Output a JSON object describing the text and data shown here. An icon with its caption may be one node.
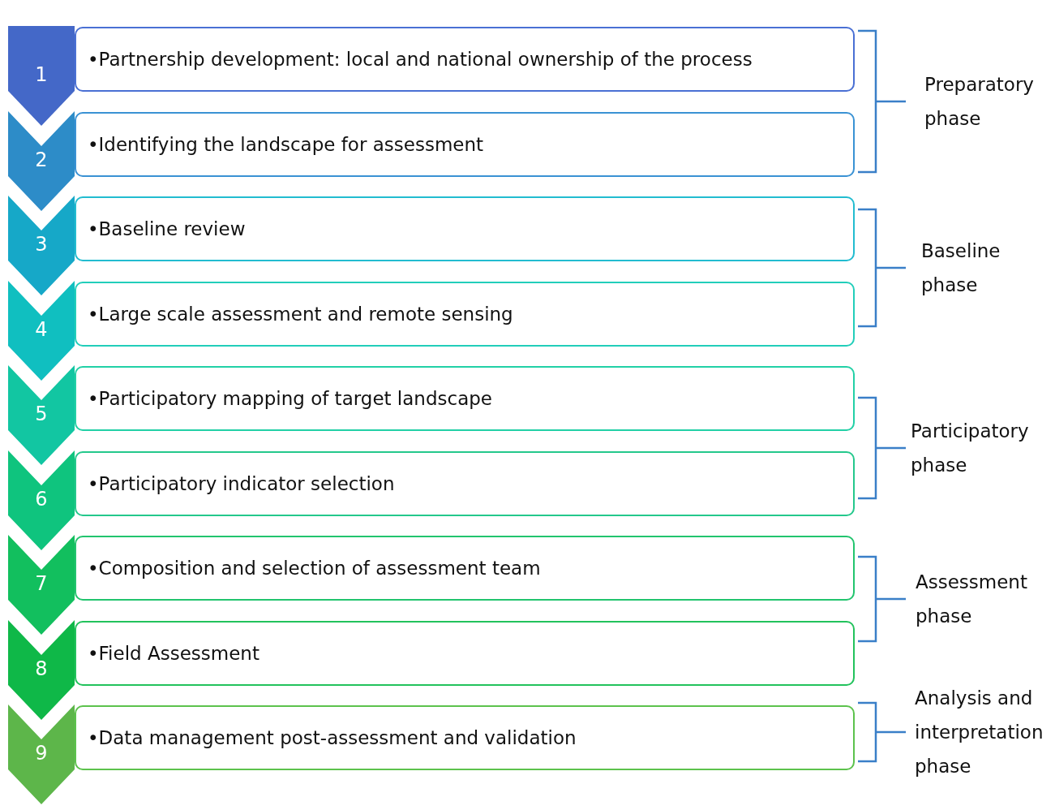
{
  "diagram": {
    "nodes": [
      {
        "text": [
          "1"
        ]
      },
      {
        "text": [
          "•Partnership development: local and national ownership of the process"
        ]
      },
      {
        "text": [
          "2"
        ]
      },
      {
        "text": [
          "•Identifying the landscape for assessment"
        ]
      },
      {
        "text": [
          "3"
        ]
      },
      {
        "text": [
          "•Baseline review"
        ]
      },
      {
        "text": [
          "4"
        ]
      },
      {
        "text": [
          "•Large scale assessment and remote sensing"
        ]
      },
      {
        "text": [
          "5"
        ]
      },
      {
        "text": [
          "•Participatory mapping of target landscape"
        ]
      },
      {
        "text": [
          "6"
        ]
      },
      {
        "text": [
          "•Participatory indicator selection"
        ]
      },
      {
        "text": [
          "7"
        ]
      },
      {
        "text": [
          "•Composition and selection of assessment team"
        ]
      },
      {
        "text": [
          "8"
        ]
      },
      {
        "text": [
          "•Field Assessment"
        ]
      },
      {
        "text": [
          "9"
        ]
      },
      {
        "text": [
          "•Data management post-assessment and validation"
        ]
      }
    ],
    "labels": [
      "Preparatory phase",
      "Baseline phase",
      "Participatory phase",
      "Assessment phase",
      "Analysis and interpretation phase"
    ]
  }
}
